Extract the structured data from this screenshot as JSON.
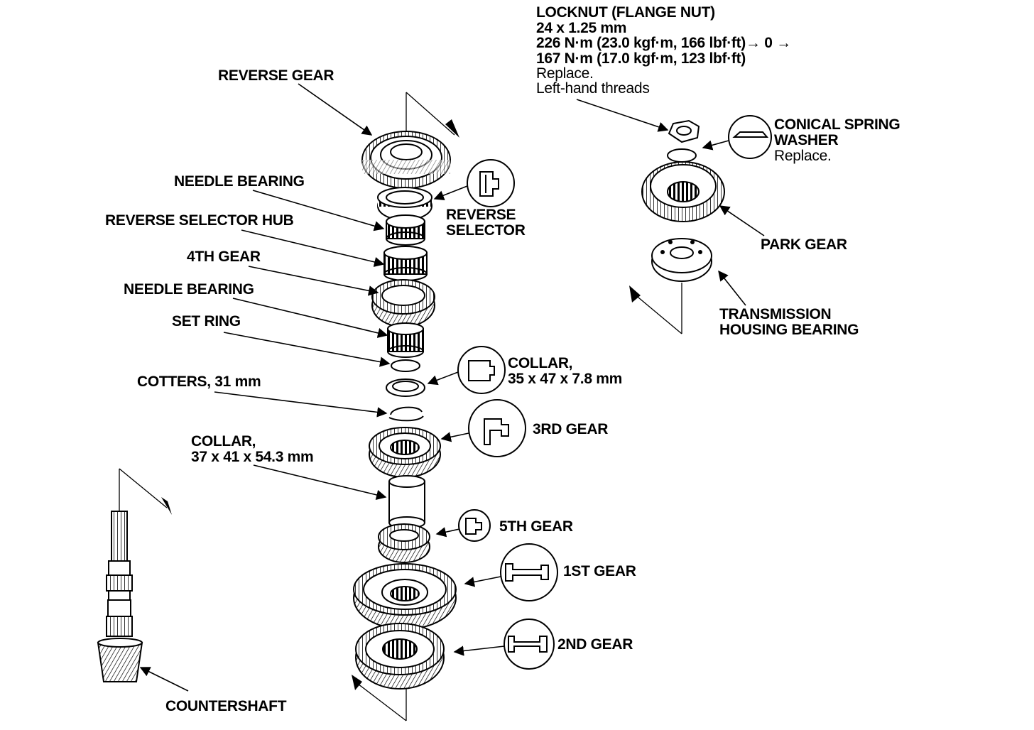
{
  "labels": {
    "locknut": {
      "title": "LOCKNUT (FLANGE NUT)",
      "size": "24 x 1.25 mm",
      "torque1": "226 N·m (23.0 kgf·m, 166 lbf·ft)→ 0 →",
      "torque2": "167 N·m (17.0 kgf·m, 123 lbf·ft)",
      "note1": "Replace.",
      "note2": "Left-hand threads"
    },
    "conical_washer": {
      "line1": "CONICAL SPRING",
      "line2": "WASHER",
      "note": "Replace."
    },
    "park_gear": "PARK GEAR",
    "transmission_bearing": {
      "line1": "TRANSMISSION",
      "line2": "HOUSING BEARING"
    },
    "reverse_gear": "REVERSE GEAR",
    "needle_bearing_1": "NEEDLE BEARING",
    "reverse_selector_hub": "REVERSE SELECTOR HUB",
    "reverse_selector": {
      "line1": "REVERSE",
      "line2": "SELECTOR"
    },
    "fourth_gear": "4TH GEAR",
    "needle_bearing_2": "NEEDLE BEARING",
    "set_ring": "SET RING",
    "collar_35": {
      "line1": "COLLAR,",
      "line2": "35 x 47 x 7.8 mm"
    },
    "cotters": "COTTERS, 31 mm",
    "third_gear": "3RD GEAR",
    "collar_37": {
      "line1": "COLLAR,",
      "line2": "37 x 41 x 54.3 mm"
    },
    "fifth_gear": "5TH GEAR",
    "first_gear": "1ST GEAR",
    "second_gear": "2ND GEAR",
    "countershaft": "COUNTERSHAFT"
  }
}
